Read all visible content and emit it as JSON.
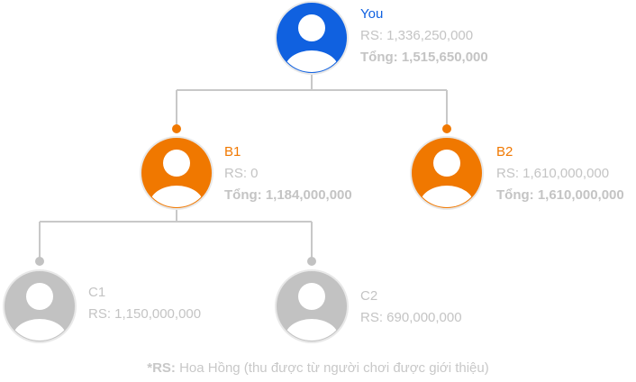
{
  "colors": {
    "you": "#1061e0",
    "level1": "#f07800",
    "level2": "#c2c2c2",
    "line": "#c8c8c8",
    "muted_text": "#c4c4c4"
  },
  "nodes": {
    "you": {
      "name": "You",
      "rs": "RS: 1,336,250,000",
      "total": "Tổng: 1,515,650,000"
    },
    "b1": {
      "name": "B1",
      "rs": "RS: 0",
      "total": "Tổng: 1,184,000,000"
    },
    "b2": {
      "name": "B2",
      "rs": "RS: 1,610,000,000",
      "total": "Tổng: 1,610,000,000"
    },
    "c1": {
      "name": "C1",
      "rs": "RS: 1,150,000,000"
    },
    "c2": {
      "name": "C2",
      "rs": "RS: 690,000,000"
    }
  },
  "footnote": {
    "label": "*RS:",
    "text": " Hoa Hồng (thu được từ người chơi được giới thiệu)"
  }
}
